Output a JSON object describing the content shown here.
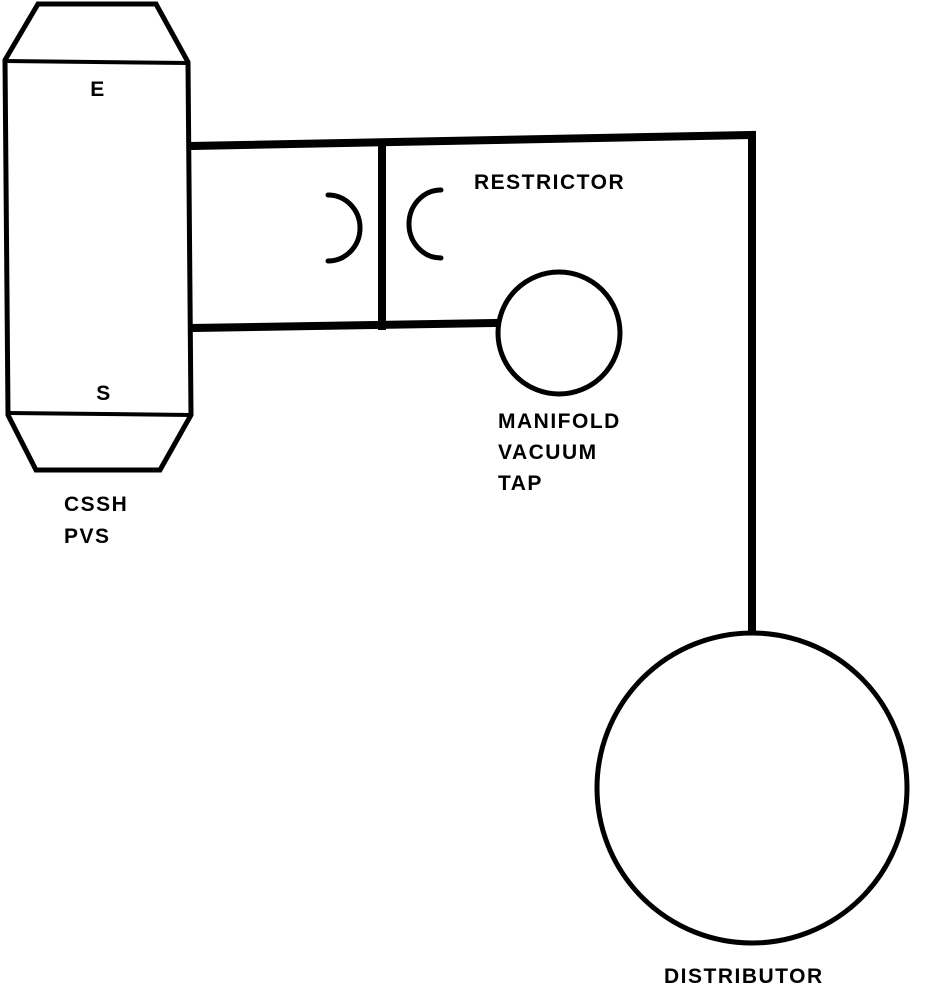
{
  "valve": {
    "label_e": "E",
    "label_s": "S",
    "name_line1": "CSSH",
    "name_line2": "PVS"
  },
  "restrictor": {
    "label": "RESTRICTOR"
  },
  "vacuum_tap": {
    "line1": "MANIFOLD",
    "line2": "VACUUM",
    "line3": "TAP"
  },
  "distributor": {
    "label": "DISTRIBUTOR"
  },
  "colors": {
    "line": "#000000",
    "background": "#ffffff"
  }
}
